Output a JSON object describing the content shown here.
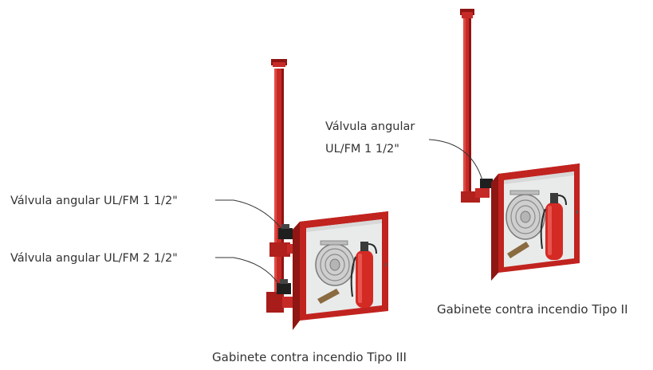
{
  "colors": {
    "pipe": "#c62a27",
    "pipe_dark": "#8f1412",
    "pipe_light": "#e04a44",
    "cabinet_frame": "#c1231f",
    "cabinet_side": "#8e1613",
    "glass": "#e9eaea",
    "text": "#333333",
    "leader": "#333333"
  },
  "cabinet_left": {
    "caption": "Gabinete contra incendio Tipo III",
    "label_valve_top": "Válvula angular UL/FM 1 1/2\"",
    "label_valve_bottom": "Válvula angular UL/FM 2 1/2\"",
    "icons": [
      "standpipe-icon",
      "hose-reel-icon",
      "fire-extinguisher-icon",
      "angle-valve-icon"
    ]
  },
  "cabinet_right": {
    "caption": "Gabinete contra incendio Tipo II",
    "label_valve_line1": "Válvula angular",
    "label_valve_line2": "UL/FM 1 1/2\"",
    "icons": [
      "standpipe-icon",
      "hose-reel-icon",
      "fire-extinguisher-icon",
      "angle-valve-icon"
    ]
  }
}
